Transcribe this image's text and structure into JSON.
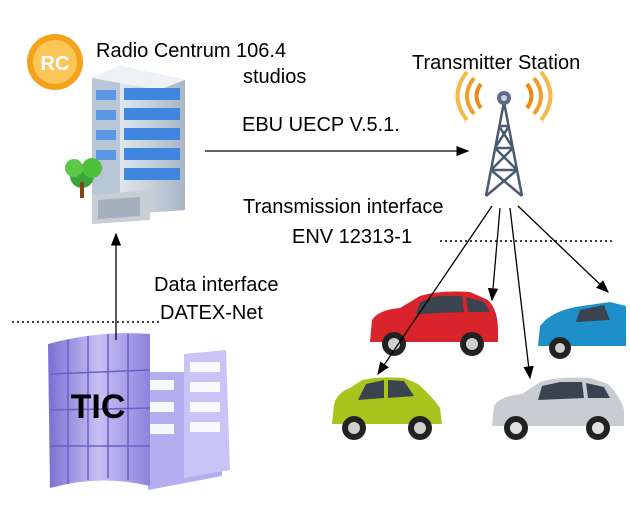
{
  "studio": {
    "name_line1": "Radio Centrum 106.4",
    "name_line2": "studios",
    "logo_text": "RC"
  },
  "transmitter": {
    "label": "Transmitter Station"
  },
  "links": {
    "protocol": "EBU UECP V.5.1.",
    "transmission_line1": "Transmission interface",
    "transmission_line2": "ENV 12313-1",
    "data_line1": "Data interface",
    "data_line2": "DATEX-Net"
  },
  "tic": {
    "label": "TIC"
  },
  "cars": [
    {
      "name": "car-red",
      "color": "#d8242a"
    },
    {
      "name": "car-blue",
      "color": "#1f8fc9"
    },
    {
      "name": "car-lime",
      "color": "#a9c41c"
    },
    {
      "name": "car-silver",
      "color": "#c9cdd1"
    }
  ],
  "colors": {
    "antenna_waves": "#e88a1a",
    "tic_purple": "#9b8fe0",
    "building_blue": "#4a8ad8"
  }
}
